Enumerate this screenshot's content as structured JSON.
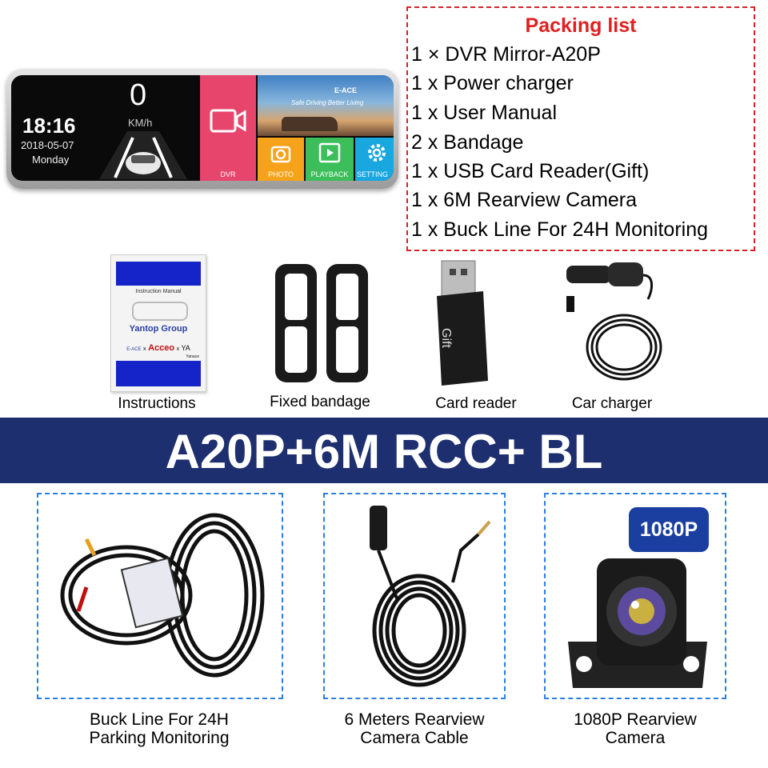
{
  "mirror": {
    "speed": "0",
    "speed_unit": "KM/h",
    "time": "18:16",
    "date": "2018-05-07",
    "weekday": "Monday",
    "brand": "E-ACE",
    "slogan": "Safe Driving Better Living",
    "tiles": [
      "DVR",
      "PHOTO",
      "PLAYBACK",
      "SETTING"
    ],
    "colors": {
      "dvr": "#e8456d",
      "photo": "#f7a21b",
      "playback": "#3cbf5a",
      "setting": "#19a7e0"
    }
  },
  "packing_list": {
    "title": "Packing list",
    "items": [
      "1 × DVR Mirror-A20P",
      "1 x Power charger",
      "1 x User Manual",
      "2 x Bandage",
      "1 x USB Card Reader(Gift)",
      "1 x 6M Rearview Camera",
      "1 x Buck Line For 24H Monitoring"
    ]
  },
  "manual": {
    "heading": "Instruction Manual",
    "company": "Yantop Group",
    "logos": [
      "E-ACE",
      "x",
      "Acceo",
      "x",
      "YA"
    ],
    "logo_sub": "Yanace"
  },
  "card_reader_text": "Gift",
  "accessories": [
    "Instructions",
    "Fixed bandage",
    "Card reader",
    "Car charger"
  ],
  "banner": "A20P+6M RCC+ BL",
  "bottom": {
    "badge": "1080P",
    "items": [
      {
        "line1": "Buck Line For 24H",
        "line2": "Parking Monitoring"
      },
      {
        "line1": "6 Meters Rearview",
        "line2": "Camera Cable"
      },
      {
        "line1": "1080P Rearview",
        "line2": "Camera"
      }
    ]
  }
}
